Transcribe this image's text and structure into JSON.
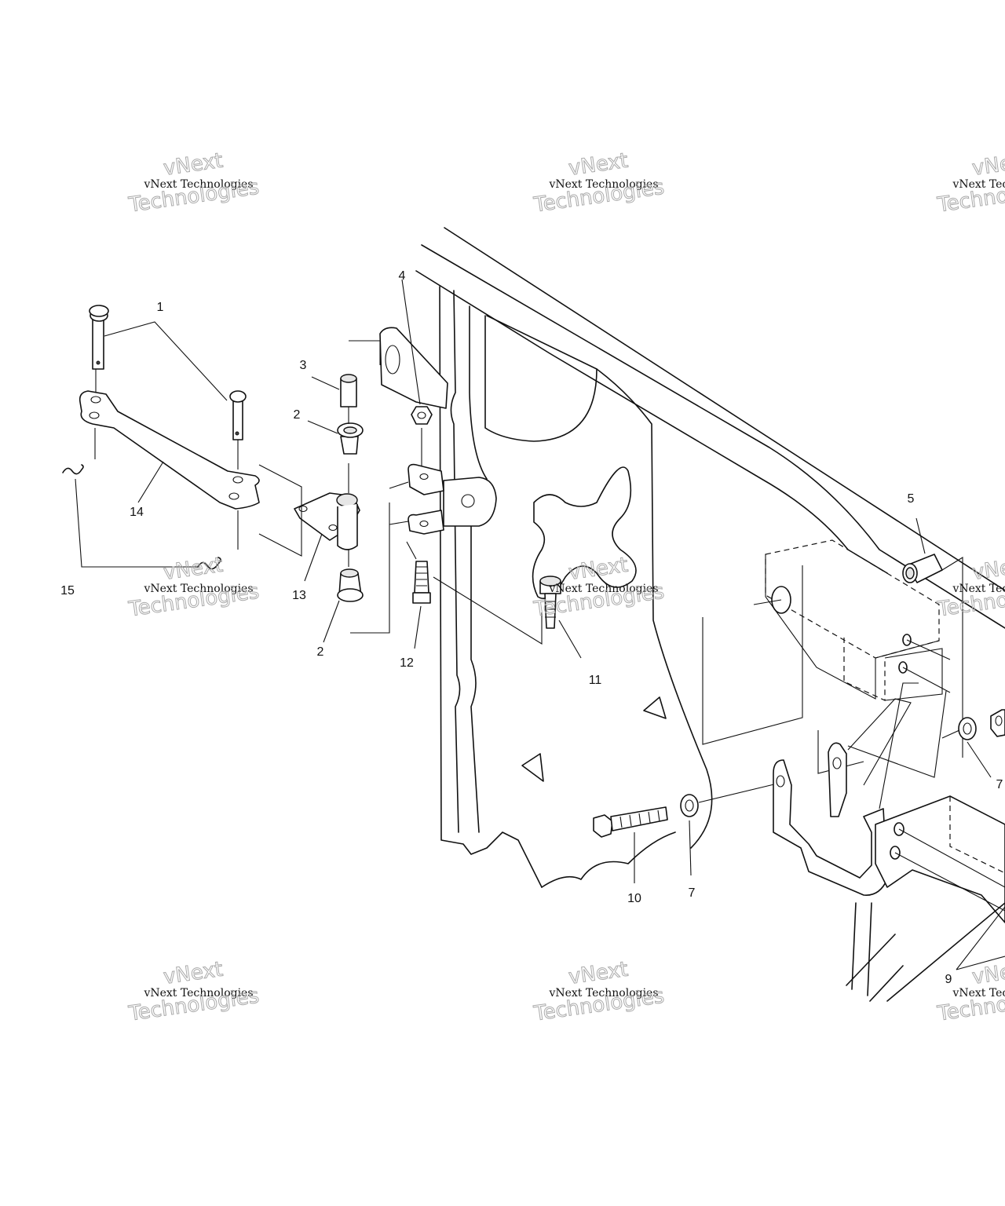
{
  "watermark": {
    "line_small": "vNext Technologies",
    "line_outline_top": "vNext",
    "line_outline_bottom": "Technologies"
  },
  "callouts": {
    "c1": "1",
    "c2a": "2",
    "c2b": "2",
    "c3": "3",
    "c4": "4",
    "c5": "5",
    "c7a": "7",
    "c7b": "7",
    "c9": "9",
    "c10": "10",
    "c11": "11",
    "c12": "12",
    "c13": "13",
    "c14": "14",
    "c15": "15"
  }
}
